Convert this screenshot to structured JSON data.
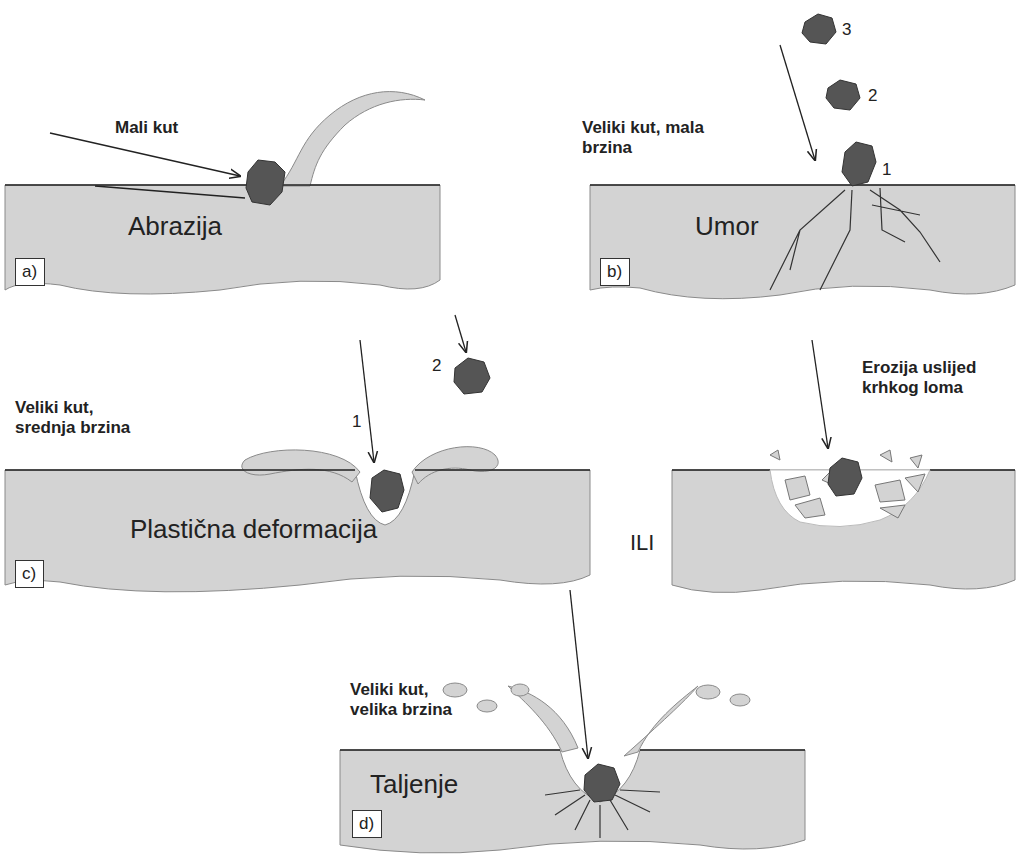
{
  "diagram": {
    "nodes": [
      {
        "text": [
          "a)"
        ]
      },
      {
        "text": [
          "b)"
        ]
      },
      {
        "text": [
          "c)"
        ]
      },
      {
        "text": [
          "d)"
        ]
      }
    ],
    "labels": [
      "Mali kut",
      "Abrazija",
      "Veliki kut, mala brzina",
      "3",
      "2",
      "1",
      "Umor",
      "Veliki kut, srednja brzina",
      "1",
      "2",
      "Plastična deformacija",
      "ILI",
      "Erozija uslijed krhkog loma",
      "Veliki kut, velika brzina",
      "Taljenje"
    ]
  }
}
